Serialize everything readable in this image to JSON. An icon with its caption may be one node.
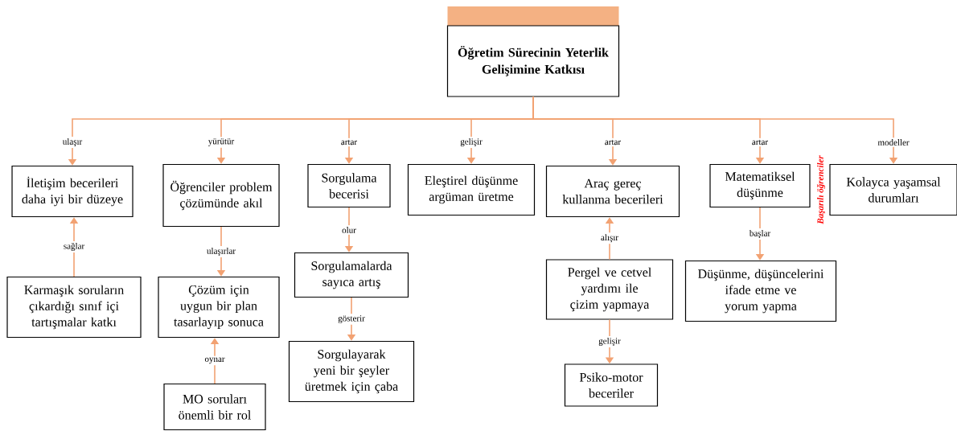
{
  "diagram": {
    "nodes": [
      {
        "text": [
          "Öğretim Sürecinin Yeterlik Gelişimine Katkısı"
        ]
      },
      {
        "text": [
          "İletişim becerileri daha iyi bir düzeye"
        ]
      },
      {
        "text": [
          "Öğrenciler problem çözümünde akıl"
        ]
      },
      {
        "text": [
          "Sorgulama becerisi"
        ]
      },
      {
        "text": [
          "Eleştirel düşünme argüman üretme"
        ]
      },
      {
        "text": [
          "Araç gereç kullanma becerileri"
        ]
      },
      {
        "text": [
          "Matematiksel düşünme"
        ]
      },
      {
        "text": [
          "Kolayca yaşamsal durumları"
        ]
      },
      {
        "text": [
          "Karmaşık soruların çıkardığı sınıf içi tartışmalar katkı"
        ]
      },
      {
        "text": [
          "Çözüm için uygun bir plan tasarlayıp sonuca"
        ]
      },
      {
        "text": [
          "MO soruları önemli bir rol"
        ]
      },
      {
        "text": [
          "Sorgulamalarda sayıca artış"
        ]
      },
      {
        "text": [
          "Sorgulayarak yeni bir şeyler üretmek için çaba"
        ]
      },
      {
        "text": [
          "Pergel ve cetvel yardımı ile çizim yapmaya"
        ]
      },
      {
        "text": [
          "Psiko-motor beceriler"
        ]
      },
      {
        "text": [
          "Düşünme, düşüncelerini ifade etme ve yorum yapma"
        ]
      }
    ],
    "edges": [
      {
        "from": 0,
        "to": 1,
        "arrow": "to",
        "label": "ulaşır"
      },
      {
        "from": 0,
        "to": 2,
        "arrow": "to",
        "label": "yürütür"
      },
      {
        "from": 0,
        "to": 3,
        "arrow": "to",
        "label": "artar"
      },
      {
        "from": 0,
        "to": 4,
        "arrow": "to",
        "label": "gelişir"
      },
      {
        "from": 0,
        "to": 5,
        "arrow": "to",
        "label": "artar"
      },
      {
        "from": 0,
        "to": 6,
        "arrow": "to",
        "label": "artar"
      },
      {
        "from": 0,
        "to": 7,
        "arrow": "to",
        "label": "modeller"
      },
      {
        "from": 8,
        "to": 1,
        "arrow": "to",
        "label": "sağlar"
      },
      {
        "from": 2,
        "to": 9,
        "arrow": "to",
        "label": "ulaşırlar"
      },
      {
        "from": 10,
        "to": 9,
        "arrow": "to",
        "label": "oynar"
      },
      {
        "from": 3,
        "to": 11,
        "arrow": "to",
        "label": "olur"
      },
      {
        "from": 11,
        "to": 12,
        "arrow": "to",
        "label": "gösterir"
      },
      {
        "from": 13,
        "to": 5,
        "arrow": "to",
        "label": "alışır"
      },
      {
        "from": 13,
        "to": 14,
        "arrow": "to",
        "label": "gelişir"
      },
      {
        "from": 6,
        "to": 15,
        "arrow": "to",
        "label": "başlar"
      }
    ],
    "labels": [
      "Başarılı öğrenciler"
    ]
  }
}
